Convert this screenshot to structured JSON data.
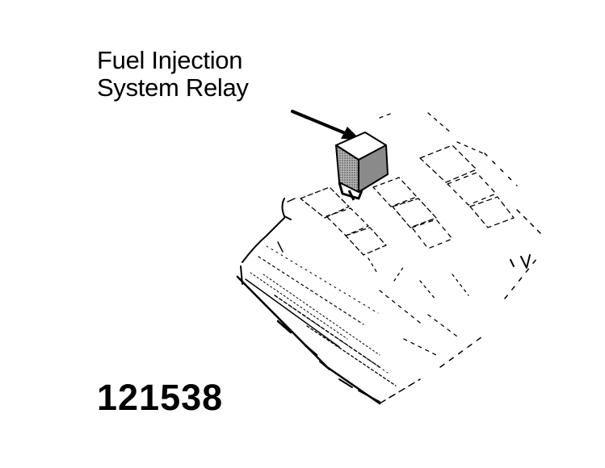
{
  "callout": {
    "line1": "Fuel Injection",
    "line2": "System Relay"
  },
  "figure_number": "121538",
  "colors": {
    "ink": "#000000",
    "paper": "#ffffff",
    "relay_fill": "#8a8a8a"
  }
}
